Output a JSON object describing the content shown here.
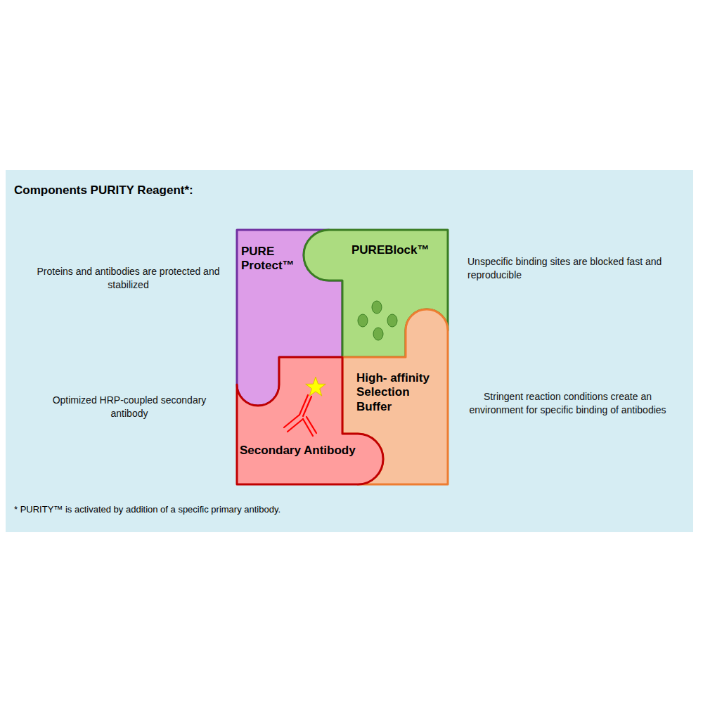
{
  "diagram": {
    "title": "Components PURITY Reagent*:",
    "caption": "* PURITY™ is activated by addition of a specific primary antibody.",
    "nodes": [
      {
        "text": [
          "PURE Protect™"
        ]
      },
      {
        "text": [
          "PUREBlock™"
        ]
      },
      {
        "text": [
          "High- affinity Selection Buffer"
        ]
      },
      {
        "text": [
          "Secondary Antibody"
        ]
      }
    ],
    "labels": [
      "Proteins and antibodies are protected and stabilized",
      "Unspecific binding sites are blocked fast and reproducible",
      "Optimized HRP-coupled secondary antibody",
      "Stringent reaction conditions create an environment for specific binding of antibodies"
    ]
  }
}
